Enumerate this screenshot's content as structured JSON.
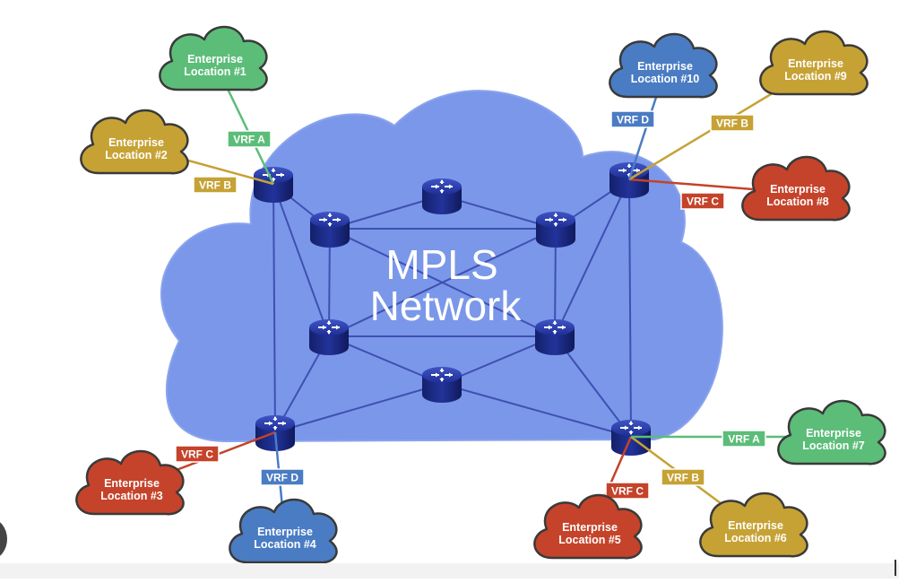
{
  "title": {
    "line1": "MPLS",
    "line2": "Network"
  },
  "locations": [
    {
      "line1": "Enterprise",
      "line2": "Location #1",
      "color": "#5cbd79"
    },
    {
      "line1": "Enterprise",
      "line2": "Location #2",
      "color": "#c6a235"
    },
    {
      "line1": "Enterprise",
      "line2": "Location #3",
      "color": "#c4432a"
    },
    {
      "line1": "Enterprise",
      "line2": "Location #4",
      "color": "#4a7cc3"
    },
    {
      "line1": "Enterprise",
      "line2": "Location #5",
      "color": "#c4432a"
    },
    {
      "line1": "Enterprise",
      "line2": "Location #6",
      "color": "#c6a235"
    },
    {
      "line1": "Enterprise",
      "line2": "Location #7",
      "color": "#5cbd79"
    },
    {
      "line1": "Enterprise",
      "line2": "Location #8",
      "color": "#c4432a"
    },
    {
      "line1": "Enterprise",
      "line2": "Location #9",
      "color": "#c6a235"
    },
    {
      "line1": "Enterprise",
      "line2": "Location #10",
      "color": "#4a7cc3"
    }
  ],
  "vrf_tags": [
    {
      "label": "VRF A",
      "color": "#5cbd79"
    },
    {
      "label": "VRF B",
      "color": "#c6a235"
    },
    {
      "label": "VRF C",
      "color": "#c4432a"
    },
    {
      "label": "VRF D",
      "color": "#4a7cc3"
    },
    {
      "label": "VRF C",
      "color": "#c4432a"
    },
    {
      "label": "VRF B",
      "color": "#c6a235"
    },
    {
      "label": "VRF A",
      "color": "#5cbd79"
    },
    {
      "label": "VRF C",
      "color": "#c4432a"
    },
    {
      "label": "VRF B",
      "color": "#c6a235"
    },
    {
      "label": "VRF D",
      "color": "#4a7cc3"
    }
  ],
  "colors": {
    "cloud_fill": "#7b97e9",
    "cloud_stroke": "#8aa3ee",
    "router": "#1c2c88",
    "link": "#3e50b3"
  }
}
